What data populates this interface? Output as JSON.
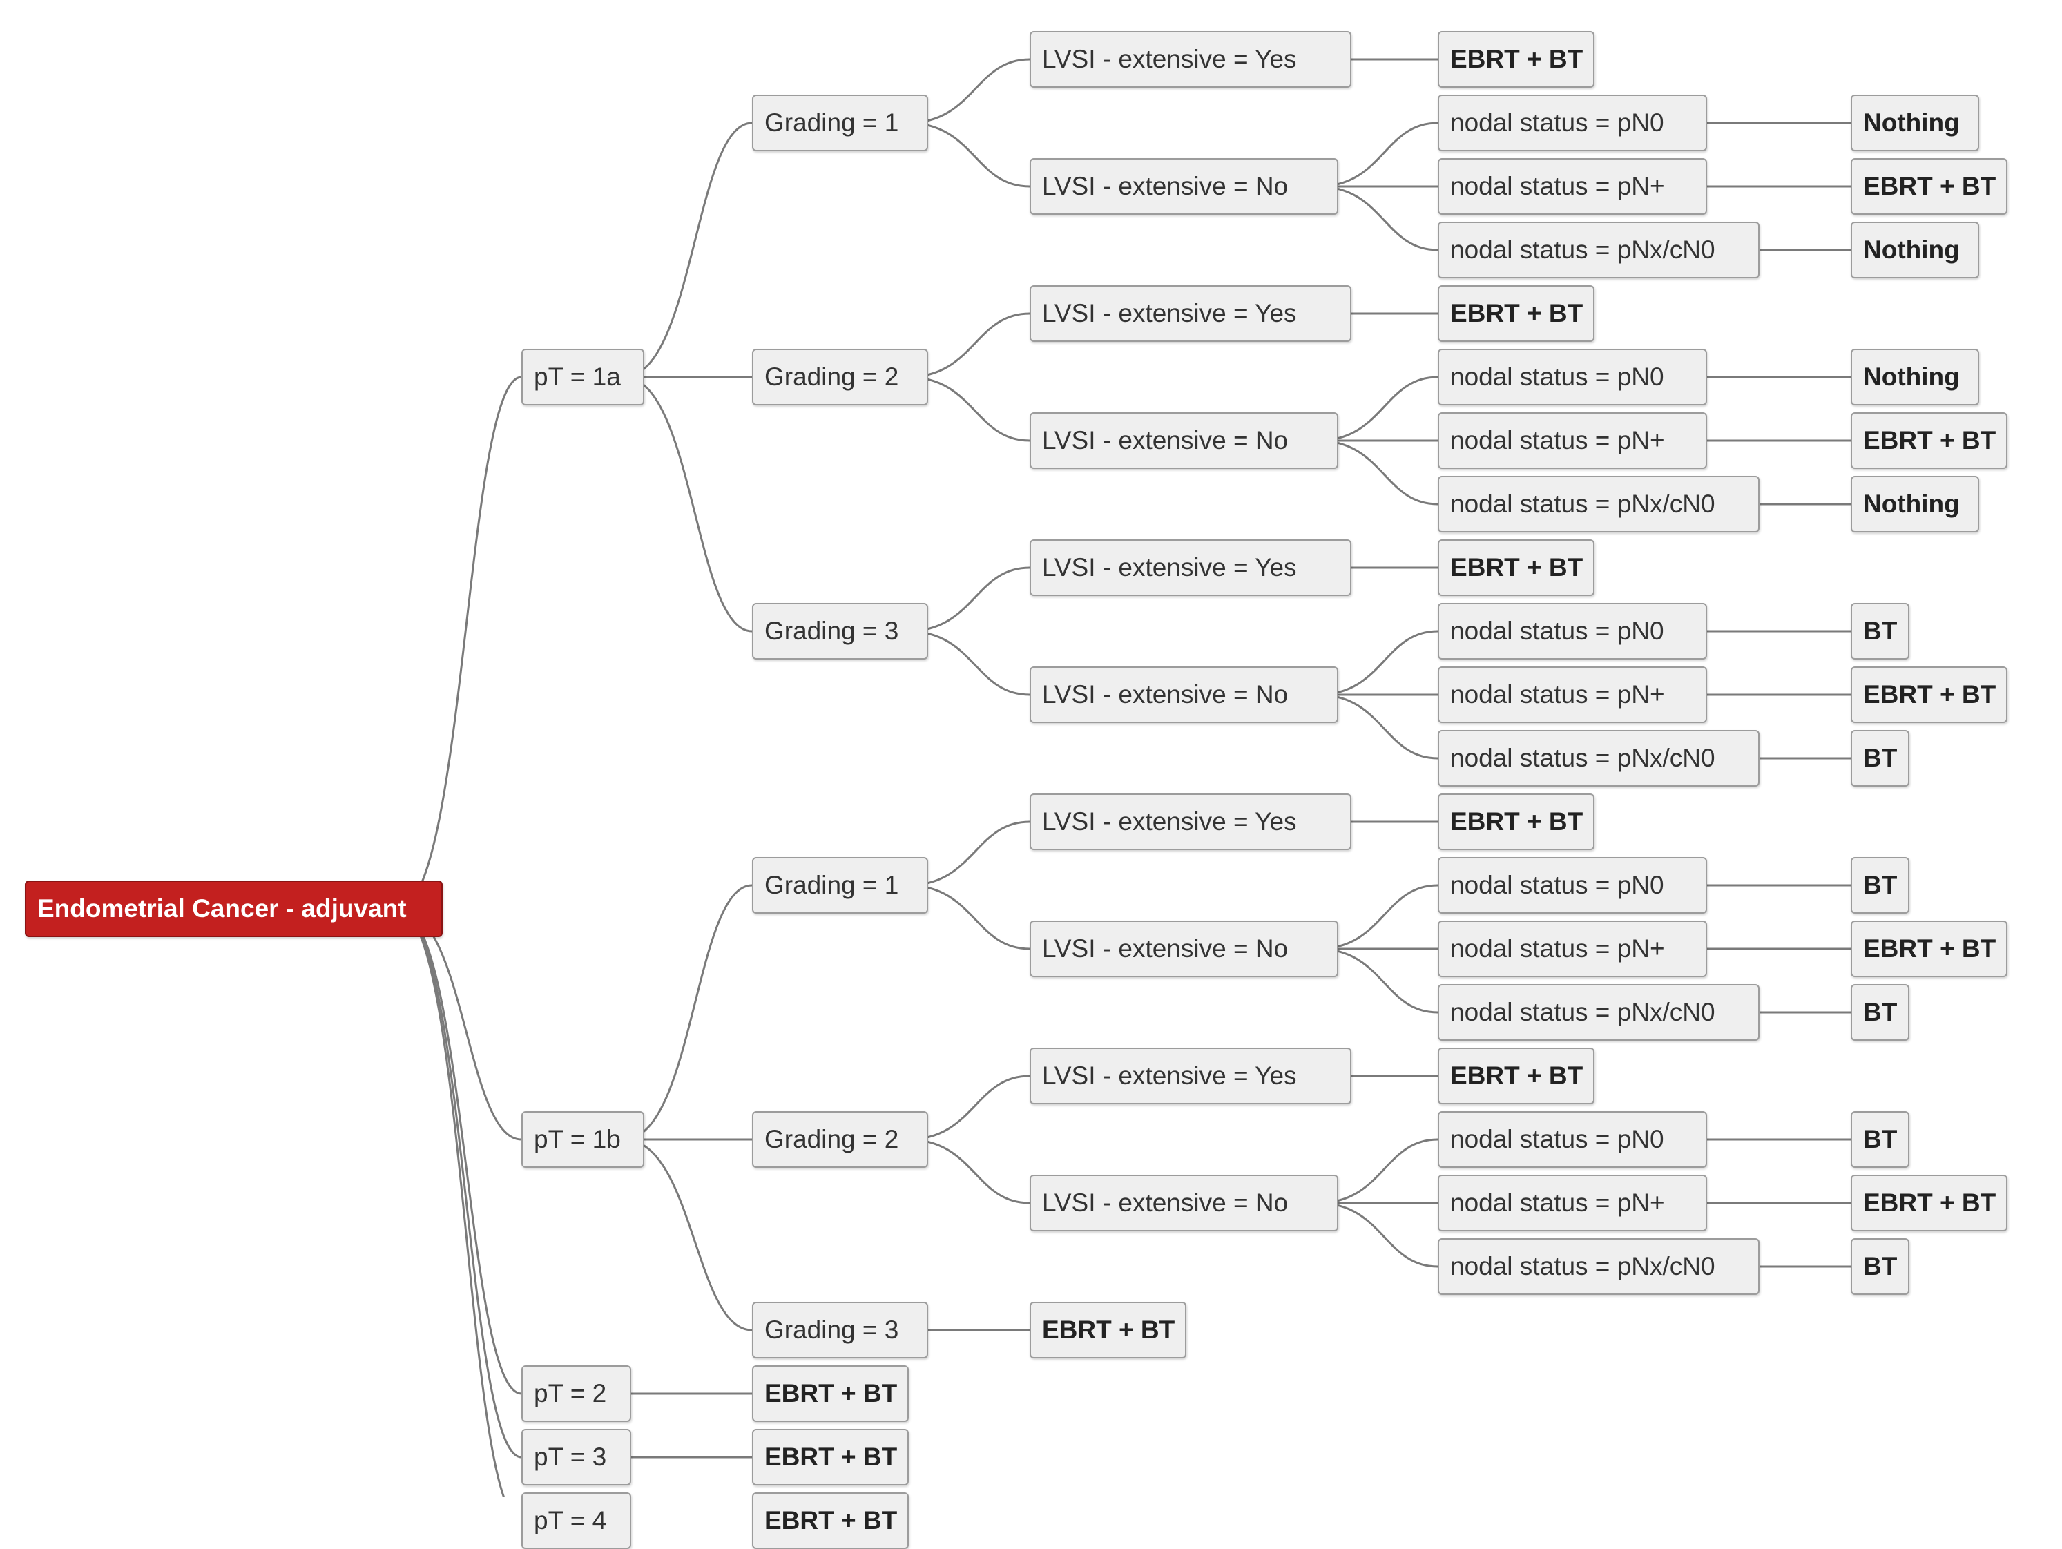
{
  "colors": {
    "root_fill": "#c3201f",
    "node_fill": "#efefef",
    "node_border": "#9c9c9c",
    "edge": "#7a7a7a"
  },
  "tree": {
    "label": "Endometrial Cancer - adjuvant",
    "children": [
      {
        "label": "pT = 1a",
        "children": [
          {
            "label": "Grading = 1",
            "children": [
              {
                "label": "LVSI - extensive = Yes",
                "children": [
                  {
                    "label": "EBRT + BT"
                  }
                ]
              },
              {
                "label": "LVSI - extensive = No",
                "children": [
                  {
                    "label": "nodal status = pN0",
                    "children": [
                      {
                        "label": "Nothing"
                      }
                    ]
                  },
                  {
                    "label": "nodal status = pN+",
                    "children": [
                      {
                        "label": "EBRT + BT"
                      }
                    ]
                  },
                  {
                    "label": "nodal status = pNx/cN0",
                    "children": [
                      {
                        "label": "Nothing"
                      }
                    ]
                  }
                ]
              }
            ]
          },
          {
            "label": "Grading = 2",
            "children": [
              {
                "label": "LVSI - extensive = Yes",
                "children": [
                  {
                    "label": "EBRT + BT"
                  }
                ]
              },
              {
                "label": "LVSI - extensive = No",
                "children": [
                  {
                    "label": "nodal status = pN0",
                    "children": [
                      {
                        "label": "Nothing"
                      }
                    ]
                  },
                  {
                    "label": "nodal status = pN+",
                    "children": [
                      {
                        "label": "EBRT + BT"
                      }
                    ]
                  },
                  {
                    "label": "nodal status = pNx/cN0",
                    "children": [
                      {
                        "label": "Nothing"
                      }
                    ]
                  }
                ]
              }
            ]
          },
          {
            "label": "Grading = 3",
            "children": [
              {
                "label": "LVSI - extensive = Yes",
                "children": [
                  {
                    "label": "EBRT + BT"
                  }
                ]
              },
              {
                "label": "LVSI - extensive = No",
                "children": [
                  {
                    "label": "nodal status = pN0",
                    "children": [
                      {
                        "label": "BT"
                      }
                    ]
                  },
                  {
                    "label": "nodal status = pN+",
                    "children": [
                      {
                        "label": "EBRT + BT"
                      }
                    ]
                  },
                  {
                    "label": "nodal status = pNx/cN0",
                    "children": [
                      {
                        "label": "BT"
                      }
                    ]
                  }
                ]
              }
            ]
          }
        ]
      },
      {
        "label": "pT = 1b",
        "children": [
          {
            "label": "Grading = 1",
            "children": [
              {
                "label": "LVSI - extensive = Yes",
                "children": [
                  {
                    "label": "EBRT + BT"
                  }
                ]
              },
              {
                "label": "LVSI - extensive = No",
                "children": [
                  {
                    "label": "nodal status = pN0",
                    "children": [
                      {
                        "label": "BT"
                      }
                    ]
                  },
                  {
                    "label": "nodal status = pN+",
                    "children": [
                      {
                        "label": "EBRT + BT"
                      }
                    ]
                  },
                  {
                    "label": "nodal status = pNx/cN0",
                    "children": [
                      {
                        "label": "BT"
                      }
                    ]
                  }
                ]
              }
            ]
          },
          {
            "label": "Grading = 2",
            "children": [
              {
                "label": "LVSI - extensive = Yes",
                "children": [
                  {
                    "label": "EBRT + BT"
                  }
                ]
              },
              {
                "label": "LVSI - extensive = No",
                "children": [
                  {
                    "label": "nodal status = pN0",
                    "children": [
                      {
                        "label": "BT"
                      }
                    ]
                  },
                  {
                    "label": "nodal status = pN+",
                    "children": [
                      {
                        "label": "EBRT + BT"
                      }
                    ]
                  },
                  {
                    "label": "nodal status = pNx/cN0",
                    "children": [
                      {
                        "label": "BT"
                      }
                    ]
                  }
                ]
              }
            ]
          },
          {
            "label": "Grading = 3",
            "children": [
              {
                "label": "EBRT + BT"
              }
            ]
          }
        ]
      },
      {
        "label": "pT = 2",
        "children": [
          {
            "label": "EBRT + BT"
          }
        ]
      },
      {
        "label": "pT = 3",
        "children": [
          {
            "label": "EBRT + BT"
          }
        ]
      },
      {
        "label": "pT = 4",
        "children": [
          {
            "label": "EBRT + BT"
          }
        ]
      }
    ]
  }
}
